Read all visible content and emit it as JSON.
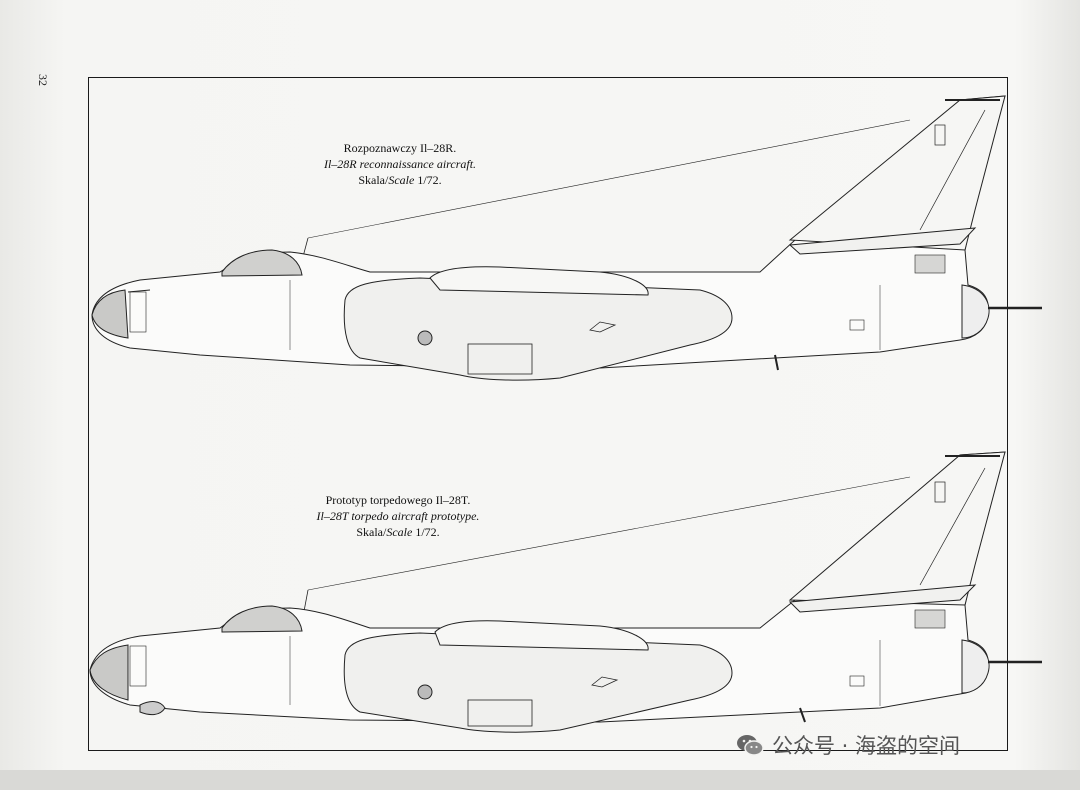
{
  "page_number": "32",
  "aircraft": [
    {
      "title_pl": "Rozpoznawczy Il–28R.",
      "title_en": "Il–28R reconnaissance aircraft.",
      "scale_pl": "Skala/",
      "scale_en": "Scale",
      "scale_value": " 1/72."
    },
    {
      "title_pl": "Prototyp torpedowego Il–28T.",
      "title_en": "Il–28T  torpedo aircraft prototype.",
      "scale_pl": "Skala/",
      "scale_en": "Scale",
      "scale_value": " 1/72."
    }
  ],
  "watermark": {
    "icon": "wechat-icon",
    "text": "公众号 · 海盗的空间"
  }
}
